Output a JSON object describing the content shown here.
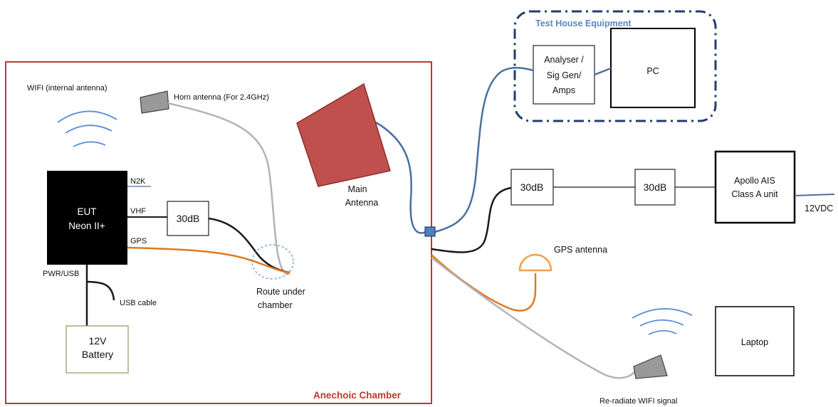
{
  "labels": {
    "test_house": "Test House Equipment",
    "analyser_l1": "Analyser /",
    "analyser_l2": "Sig Gen/",
    "analyser_l3": "Amps",
    "pc": "PC",
    "wifi_internal": "WIFI (internal antenna)",
    "horn_antenna": "Horn antenna (For 2.4GHz)",
    "main_antenna_l1": "Main",
    "main_antenna_l2": "Antenna",
    "n2k": "N2K",
    "vhf": "VHF",
    "gps": "GPS",
    "eut_l1": "EUT",
    "eut_l2": "Neon II+",
    "pwr_usb": "PWR/USB",
    "usb_cable": "USB  cable",
    "battery_l1": "12V",
    "battery_l2": "Battery",
    "att_inside": "30dB",
    "route_l1": "Route under",
    "route_l2": "chamber",
    "anechoic": "Anechoic Chamber",
    "att_1": "30dB",
    "att_2": "30dB",
    "apollo_l1": "Apollo AIS",
    "apollo_l2": "Class A unit",
    "vdc": "12VDC",
    "gps_antenna": "GPS antenna",
    "laptop": "Laptop",
    "reradiate": "Re-radiate WIFI signal"
  },
  "colors": {
    "chamber_border": "#c0392b",
    "chamber_label": "#c0392b",
    "test_house_border": "#1f3f6e",
    "test_house_label": "#5b87c2",
    "cable_blue": "#4a6fa0",
    "cable_black": "#1a1a1a",
    "cable_orange": "#e07a1f",
    "cable_grey": "#b3b3b3",
    "main_antenna_fill": "#c0504d",
    "main_antenna_stroke": "#8b2e2b",
    "gps_antenna": "#f0a050",
    "wifi_waves": "#5b8fd4",
    "battery_border": "#8a9a5b",
    "eut_fill": "#000000",
    "connector_fill": "#4f81bd"
  },
  "icons": [
    "wifi-waves-icon",
    "horn-antenna-icon",
    "main-antenna-icon",
    "gps-antenna-icon",
    "connector-icon"
  ]
}
